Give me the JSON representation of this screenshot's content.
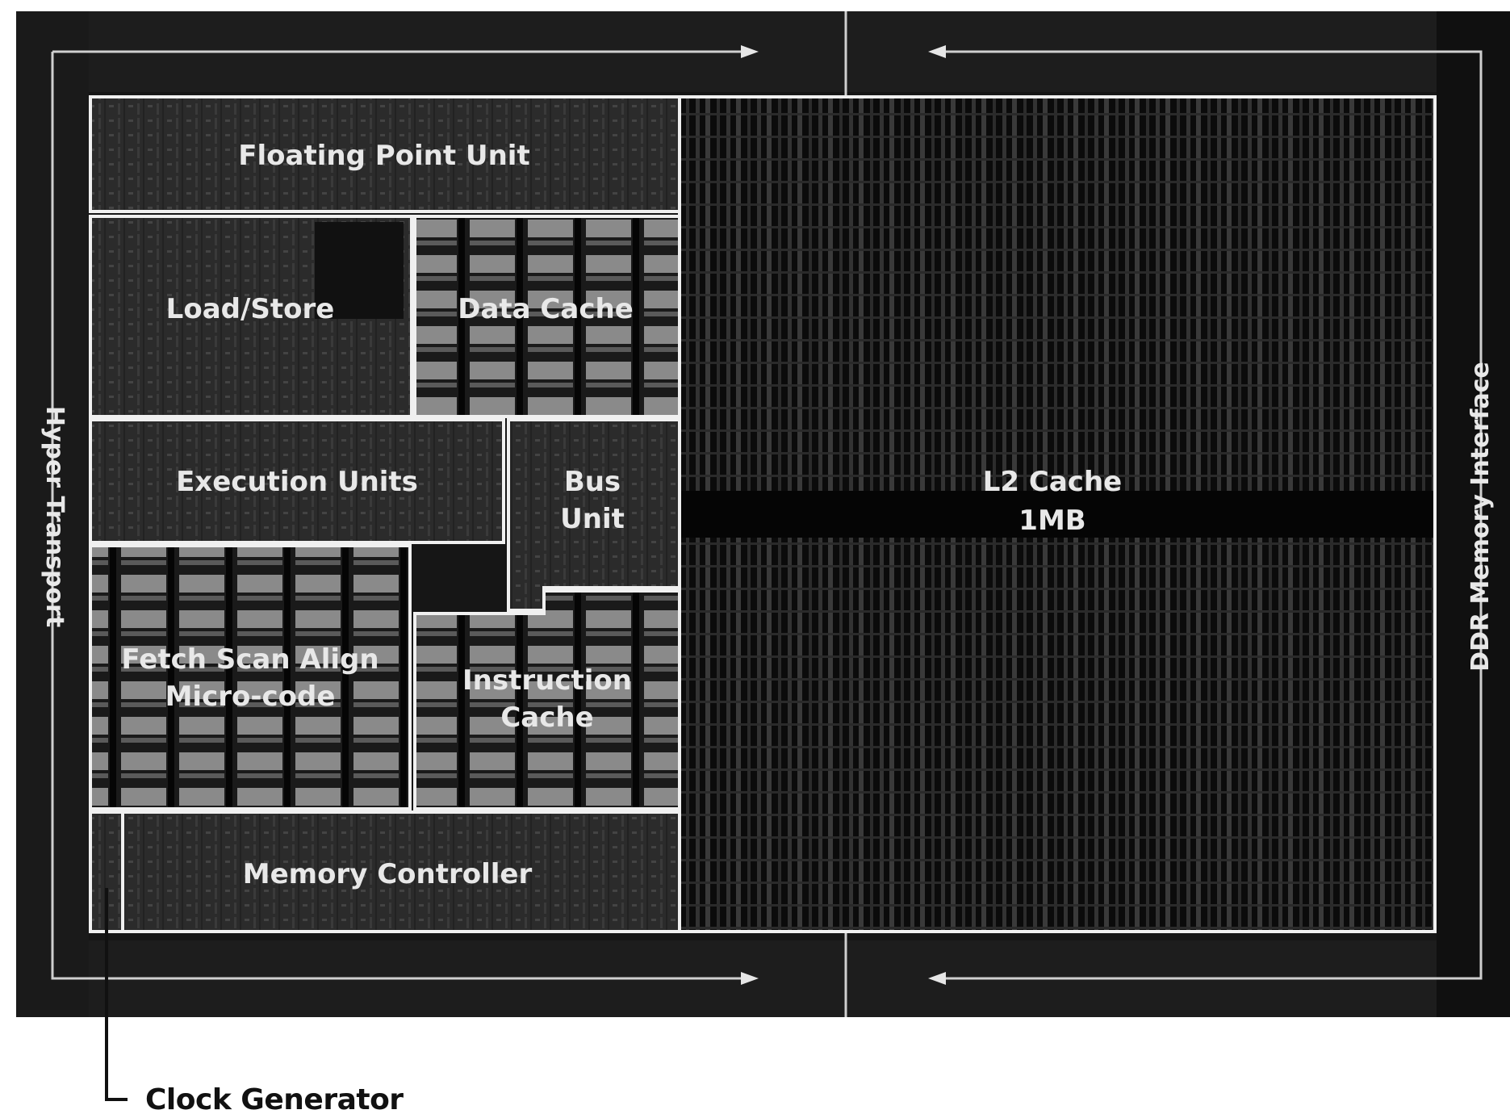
{
  "diagram": {
    "labels": {
      "fpu": "Floating Point Unit",
      "load_store": "Load/Store",
      "data_cache": "Data Cache",
      "execution_units": "Execution Units",
      "bus_unit_1": "Bus",
      "bus_unit_2": "Unit",
      "fetch_1": "Fetch Scan Align",
      "fetch_2": "Micro-code",
      "icache_1": "Instruction",
      "icache_2": "Cache",
      "memory_controller": "Memory Controller",
      "l2_1": "L2 Cache",
      "l2_2": "1MB",
      "hyper_transport": "Hyper Transport",
      "ddr_interface": "DDR Memory Interface",
      "clock_generator": "Clock Generator"
    },
    "colors": {
      "die": "#161616",
      "block": "#2a2a2a",
      "outline": "#f0f0f0",
      "cache_cell": "#8a8a8a"
    }
  }
}
